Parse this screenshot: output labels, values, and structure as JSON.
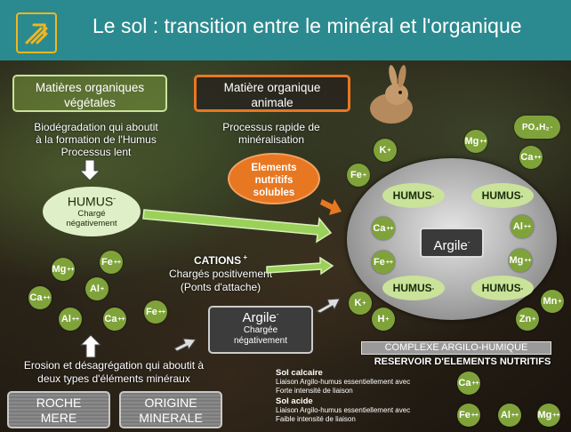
{
  "title": "Le sol : transition entre le minéral et l'organique",
  "boxes": {
    "veg": "Matières organiques\nvégétales",
    "anim": "Matière organique\nanimale",
    "elements": "Elements\nnutritifs\nsolubles",
    "humus_main": "HUMUS",
    "humus_sub": "Chargé\nnégativement",
    "argile_small": "Argile",
    "argile_small_sub": "Chargée\nnégativement",
    "argile_center": "Argile",
    "roche": "ROCHE\nMERE",
    "origine": "ORIGINE\nMINERALE",
    "complexe": "COMPLEXE ARGILO-HUMIQUE"
  },
  "texts": {
    "biodeg": "Biodégradation qui aboutit\nà la formation de l'Humus\nProcessus lent",
    "rapide": "Processus rapide de\nminéralisation",
    "cations_title": "CATIONS",
    "cations_sub": "Chargés positivement\n(Ponts d'attache)",
    "erosion": "Erosion et désagrégation qui aboutit à\ndeux types d'éléments minéraux",
    "reservoir": "RESERVOIR D'ELEMENTS NUTRITIFS",
    "calcaire_title": "Sol calcaire",
    "calcaire_body": "Liaison Argilo-humus essentiellement avec\nForte intensité de liaison",
    "acide_title": "Sol acide",
    "acide_body": "Liaison Argilo-humus essentiellement avec\nFaible intensité de liaison"
  },
  "humus_pills": [
    "HUMUS",
    "HUMUS",
    "HUMUS",
    "HUMUS"
  ],
  "left_ions": [
    {
      "sym": "Fe",
      "chg": "++"
    },
    {
      "sym": "Mg",
      "chg": "++"
    },
    {
      "sym": "Al",
      "chg": "+"
    },
    {
      "sym": "Ca",
      "chg": "++"
    },
    {
      "sym": "Al",
      "chg": "++"
    },
    {
      "sym": "Ca",
      "chg": "++"
    },
    {
      "sym": "Fe",
      "chg": "++"
    }
  ],
  "ellipse_ions": [
    {
      "sym": "Ca",
      "chg": "++"
    },
    {
      "sym": "Al",
      "chg": "++"
    },
    {
      "sym": "Fe",
      "chg": "++"
    },
    {
      "sym": "Mg",
      "chg": "++"
    }
  ],
  "outer_ions": [
    {
      "sym": "K",
      "chg": "+"
    },
    {
      "sym": "Mg",
      "chg": "++"
    },
    {
      "sym": "PO₄H₂",
      "chg": "-"
    },
    {
      "sym": "Fe",
      "chg": "+"
    },
    {
      "sym": "Ca",
      "chg": "++"
    },
    {
      "sym": "K",
      "chg": "+"
    },
    {
      "sym": "H",
      "chg": "+"
    },
    {
      "sym": "Mn",
      "chg": "+"
    },
    {
      "sym": "Zn",
      "chg": "+"
    }
  ],
  "bottom_ions": [
    {
      "sym": "Ca",
      "chg": "++"
    },
    {
      "sym": "Fe",
      "chg": "++"
    },
    {
      "sym": "Al",
      "chg": "++"
    },
    {
      "sym": "Mg",
      "chg": "++"
    }
  ],
  "colors": {
    "header": "#2b8a8f",
    "accent": "#f2b61f",
    "green": "#7fa33a",
    "orange": "#e87722"
  }
}
